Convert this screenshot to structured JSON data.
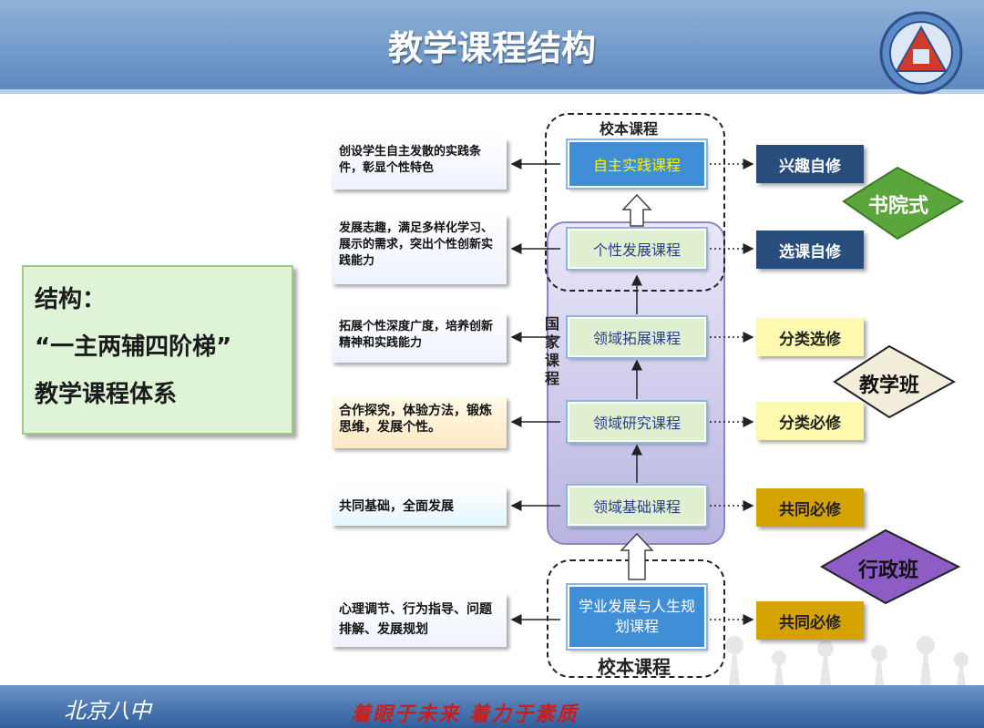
{
  "header": {
    "title": "教学课程结构"
  },
  "structure": {
    "line1": "结构：",
    "line2": "“一主两辅四阶梯”",
    "line3": "教学课程体系"
  },
  "school_label_top": "校本课程",
  "school_label_bottom": "校本课程",
  "national_label": "国家课程",
  "courses": [
    {
      "label": "自主实践课程"
    },
    {
      "label": "个性发展课程"
    },
    {
      "label": "领域拓展课程"
    },
    {
      "label": "领域研究课程"
    },
    {
      "label": "领域基础课程"
    },
    {
      "label": "学业发展与人生规划课程"
    }
  ],
  "descriptions": [
    {
      "text": "创设学生自主发散的实践条件，彰显个性特色"
    },
    {
      "text": "发展志趣，满足多样化学习、展示的需求，突出个性创新实践能力"
    },
    {
      "text": "拓展个性深度广度，培养创新精神和实践能力"
    },
    {
      "text": "合作探究，体验方法，锻炼思维，发展个性。"
    },
    {
      "text": "共同基础，全面发展"
    },
    {
      "text": "心理调节、行为指导、问题排解、发展规划"
    }
  ],
  "tags": [
    {
      "label": "兴趣自修"
    },
    {
      "label": "选课自修"
    },
    {
      "label": "分类选修"
    },
    {
      "label": "分类必修"
    },
    {
      "label": "共同必修"
    },
    {
      "label": "共同必修"
    }
  ],
  "diamonds": [
    {
      "label": "书院式",
      "color": "#5aa63c"
    },
    {
      "label": "教学班",
      "color": "#f3eddc"
    },
    {
      "label": "行政班",
      "color": "#8d5cc4"
    }
  ],
  "footer": {
    "school": "北京八中",
    "motto": "着眼于未来  着力于素质"
  },
  "colors": {
    "header": "#6f97c9",
    "course_fill": "#dfefcf",
    "course_top": "#3f8ed6",
    "tag_navy": "#274d7d",
    "tag_gold": "#d5a300",
    "tag_yellow": "#fdf9ae"
  }
}
